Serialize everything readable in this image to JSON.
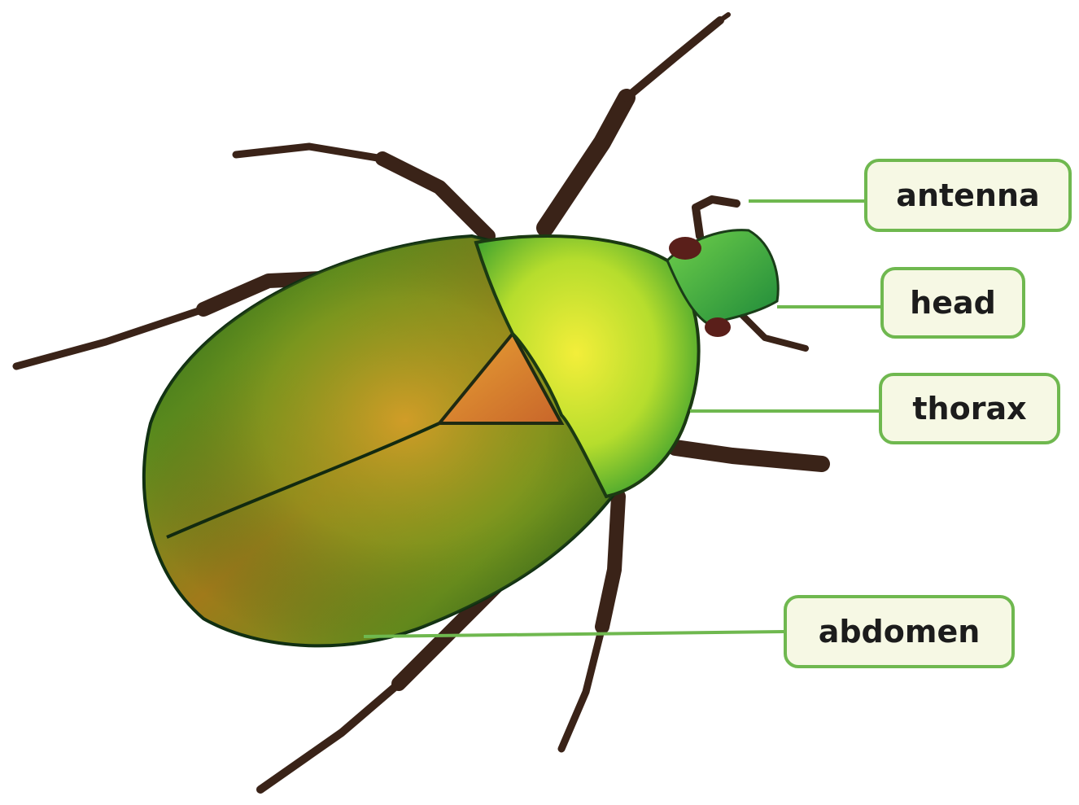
{
  "labels": {
    "antenna": "antenna",
    "head": "head",
    "thorax": "thorax",
    "abdomen": "abdomen"
  },
  "colors": {
    "callout_border": "#6fb84f",
    "callout_fill": "#f6f8e4",
    "leader_line": "#6fb84f",
    "leg": "#3a2318"
  }
}
